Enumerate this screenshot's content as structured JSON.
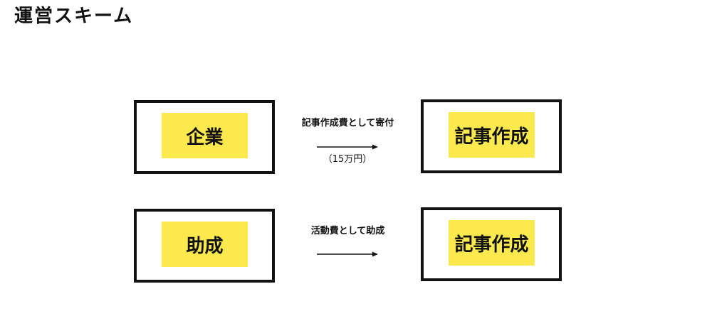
{
  "title": "運営スキーム",
  "rows": [
    {
      "source": "企業",
      "flow_label": "記事作成費として寄付",
      "flow_note": "（15万円）",
      "target": "記事作成"
    },
    {
      "source": "助成",
      "flow_label": "活動費として助成",
      "flow_note": "",
      "target": "記事作成"
    }
  ],
  "colors": {
    "highlight": "#fbe94d",
    "border": "#111111"
  },
  "icons": [
    "arrow-right-icon"
  ]
}
